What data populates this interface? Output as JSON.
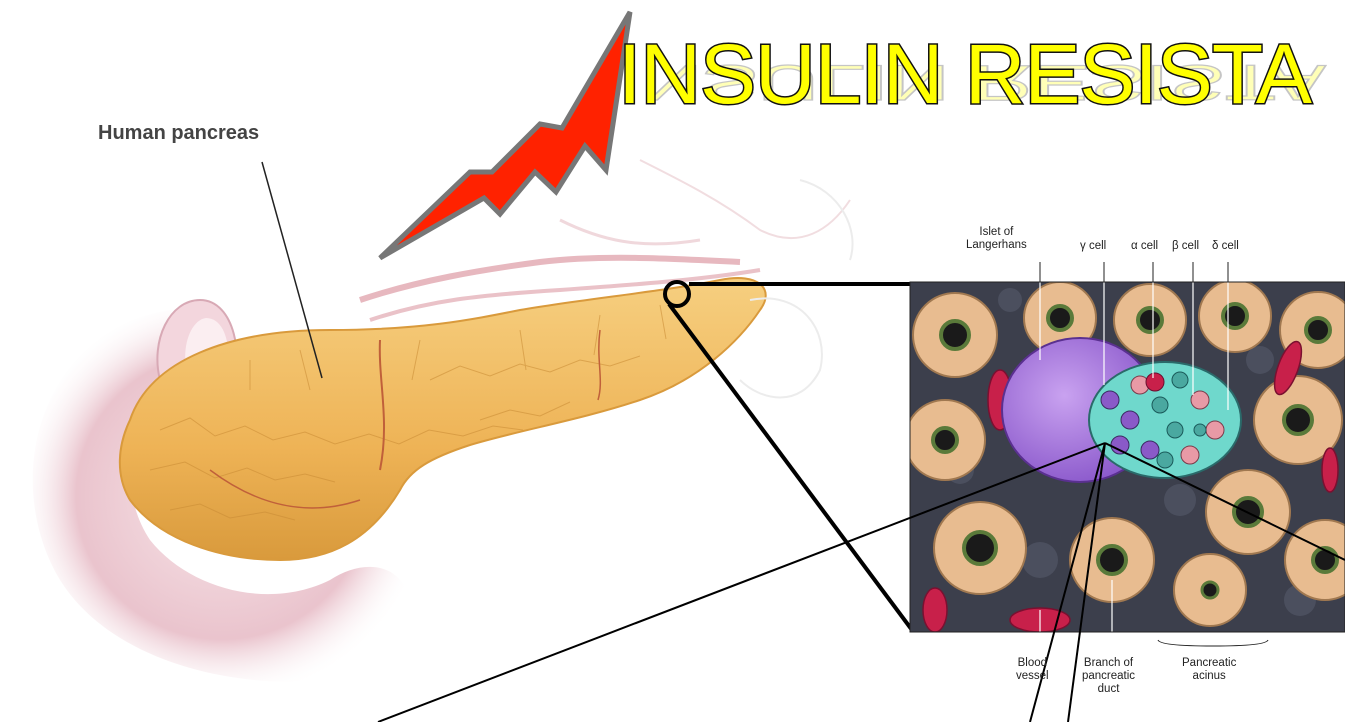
{
  "title": "INSULIN RESISTA",
  "pancreas_label": "Human pancreas",
  "inset_labels": {
    "islet_line1": "Islet of",
    "islet_line2": "Langerhans",
    "gamma_cell": "γ cell",
    "alpha_cell": "α cell",
    "beta_cell": "β cell",
    "delta_cell": "δ cell",
    "blood_line1": "Blood",
    "blood_line2": "vessel",
    "branch_line1": "Branch of",
    "branch_line2": "pancreatic",
    "branch_line3": "duct",
    "acinus_line1": "Pancreatic",
    "acinus_line2": "acinus"
  },
  "colors": {
    "title_fill": "#ffff00",
    "lightning": "#ff2200",
    "pancreas": "#f0b85a",
    "islet_purple": "#a070d8",
    "acinus": "#e8bc90",
    "blood_cell": "#c8204a"
  }
}
